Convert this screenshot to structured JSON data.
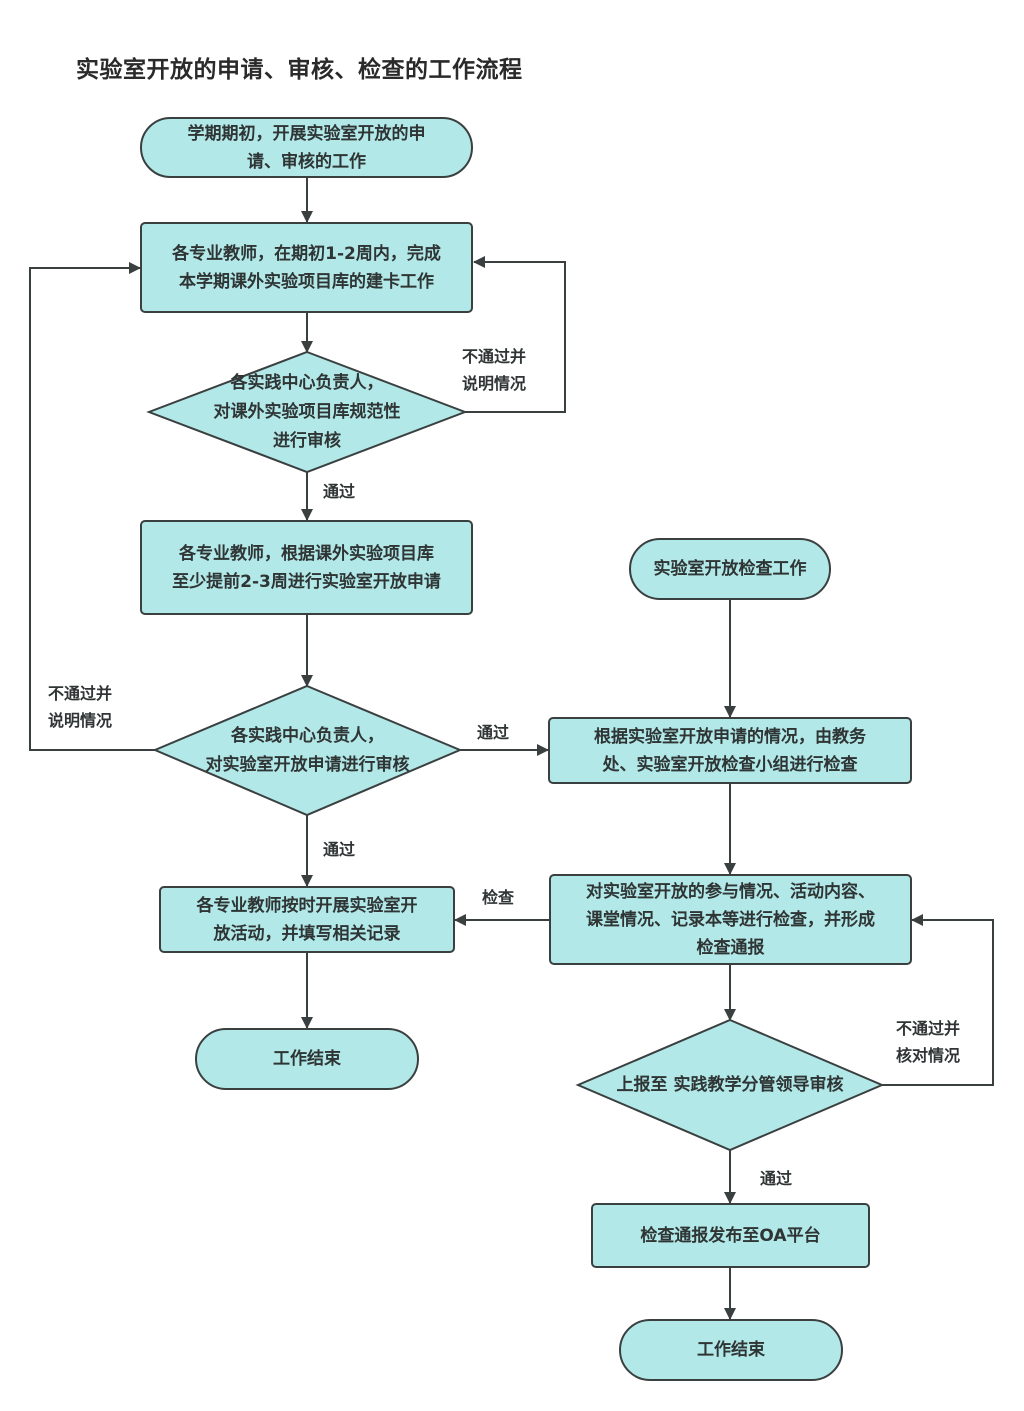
{
  "title": "实验室开放的申请、审核、检查的工作流程",
  "colors": {
    "node_fill": "#b3e8e8",
    "stroke": "#3a3f3f",
    "text": "#2f3535"
  },
  "nodes": {
    "start": "学期期初，开展实验室开放的申\n请、审核的工作",
    "build_library": "各专业教师，在期初1-2周内，完成\n本学期课外实验项目库的建卡工作",
    "review_library": "各实践中心负责人，\n对课外实验项目库规范性\n进行审核",
    "apply_open": "各专业教师，根据课外实验项目库\n至少提前2-3周进行实验室开放申请",
    "review_apply": "各实践中心负责人，\n对实验室开放申请进行审核",
    "conduct_activity": "各专业教师按时开展实验室开\n放活动，并填写相关记录",
    "end_left": "工作结束",
    "inspection_start": "实验室开放检查工作",
    "inspect_by_office": "根据实验室开放申请的情况，由教务\n处、实验室开放检查小组进行检查",
    "inspect_details": "对实验室开放的参与情况、活动内容、\n课堂情况、记录本等进行检查，并形成\n检查通报",
    "report_leader": "上报至 实践教学分管领导审核",
    "publish_oa": "检查通报发布至OA平台",
    "end_right": "工作结束"
  },
  "edge_labels": {
    "reject_library": "不通过并\n说明情况",
    "pass_library": "通过",
    "reject_apply": "不通过并\n说明情况",
    "pass_apply_right": "通过",
    "pass_apply_down": "通过",
    "inspect": "检查",
    "reject_leader": "不通过并\n核对情况",
    "pass_leader": "通过"
  }
}
